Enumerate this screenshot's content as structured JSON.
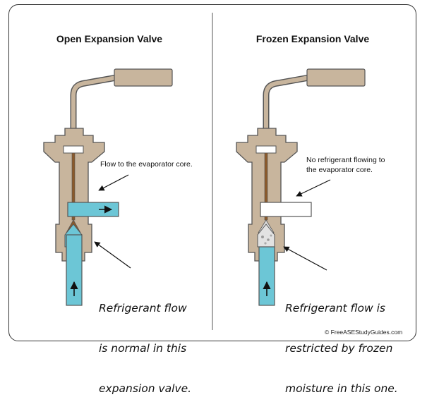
{
  "left": {
    "title": "Open Expansion Valve",
    "flow_label": "Flow to the evaporator core.",
    "caption_lines": [
      "Refrigerant flow",
      "is normal in this",
      "expansion valve."
    ]
  },
  "right": {
    "title": "Frozen Expansion Valve",
    "flow_label_lines": [
      "No refrigerant flowing to",
      "the evaporator core."
    ],
    "caption_lines": [
      "Refrigerant flow is",
      "restricted by frozen",
      "moisture in this one."
    ]
  },
  "credit": "© FreeASEStudyGuides.com",
  "colors": {
    "valve_body": "#c8b59d",
    "refrigerant": "#6cc6d6",
    "outline": "#555555",
    "rod": "#8b5a2b"
  }
}
